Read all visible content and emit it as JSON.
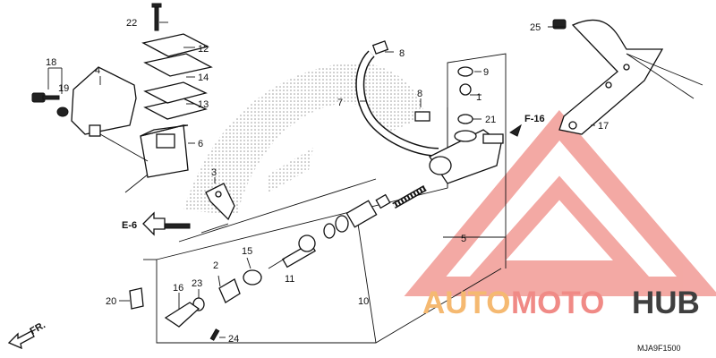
{
  "diagram": {
    "callouts": {
      "p1": "1",
      "p2": "2",
      "p3": "3",
      "p4": "4",
      "p5": "5",
      "p6": "6",
      "p7": "7",
      "p8a": "8",
      "p8b": "8",
      "p9": "9",
      "p10": "10",
      "p11": "11",
      "p12": "12",
      "p13": "13",
      "p14": "14",
      "p15": "15",
      "p16": "16",
      "p17": "17",
      "p18": "18",
      "p19": "19",
      "p20": "20",
      "p21": "21",
      "p22": "22",
      "p23": "23",
      "p24": "24",
      "p25": "25"
    },
    "refs": {
      "e6": "E-6",
      "f16": "F-16"
    },
    "direction_label": "FR.",
    "diagram_code": "MJA9F1500"
  },
  "watermark": {
    "text_auto": "AUTO",
    "text_moto": "MOTO",
    "text_hub": "HUB",
    "colors": {
      "auto": "#f5b971",
      "moto": "#f08a86",
      "hub": "#3f3f3f",
      "logo": "#f2a09b"
    }
  }
}
